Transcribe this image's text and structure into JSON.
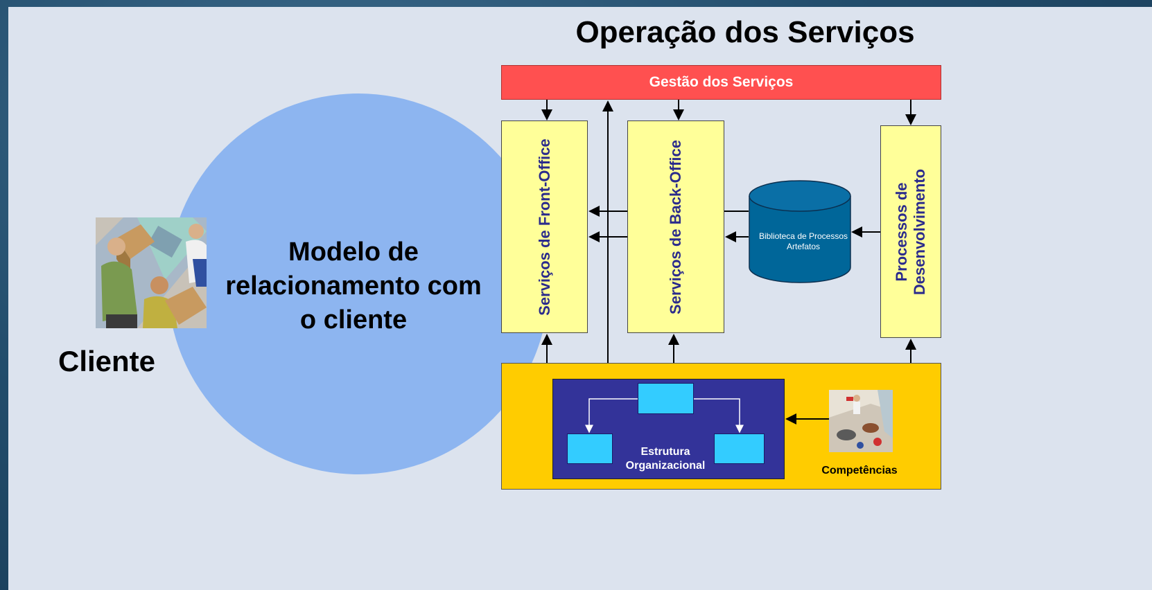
{
  "title": "Operação dos Serviços",
  "circle_text": [
    "Modelo de",
    "relacionamento com",
    "o cliente"
  ],
  "client_label": "Cliente",
  "gestao": "Gestão dos Serviços",
  "front_office": "Serviços de Front-Office",
  "back_office": "Serviços de Back-Office",
  "processos": [
    "Processos de",
    "Desenvolvimento"
  ],
  "biblioteca": [
    "Biblioteca de Processos",
    "Artefatos"
  ],
  "estrutura": [
    "Estrutura",
    "Organizacional"
  ],
  "competencias": "Competências",
  "colors": {
    "slide_bg": "#dce3ee",
    "circle": "#8db5f0",
    "gestao": "#ff5050",
    "yellow_box": "#ffff99",
    "bottom_panel": "#ffcc00",
    "org_panel": "#333399",
    "org_boxes": "#33ccff",
    "cylinder": "#006699",
    "vertical_text": "#2b2b8c"
  },
  "icons": [
    "people-packages-clipart",
    "team-office-clipart"
  ]
}
